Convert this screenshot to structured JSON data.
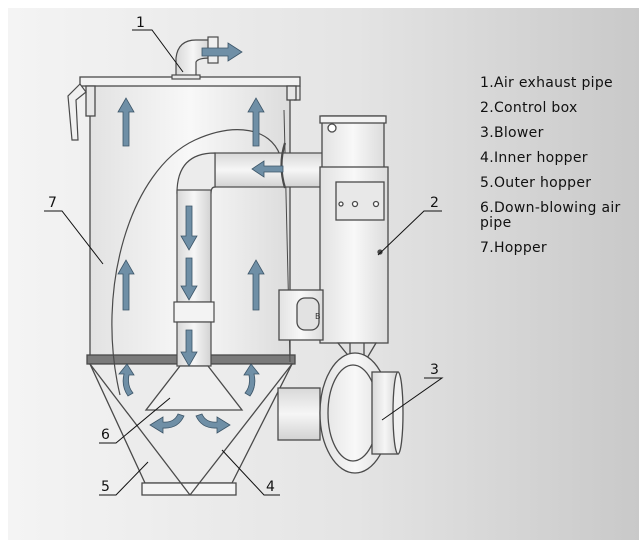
{
  "callouts": [
    "1",
    "2",
    "3",
    "4",
    "5",
    "6",
    "7"
  ],
  "legend": {
    "items": [
      "1.Air exhaust pipe",
      "2.Control box",
      "3.Blower",
      "4.Inner hopper",
      "5.Outer hopper",
      "6.Down-blowing air pipe",
      "7.Hopper"
    ]
  },
  "control_box_label": "B",
  "colors": {
    "arrow": "#6f8fa6",
    "outline": "#4a4a4a",
    "background_start": "#f4f4f4",
    "background_end": "#c9c9c9",
    "metal": "#eeeeee"
  }
}
